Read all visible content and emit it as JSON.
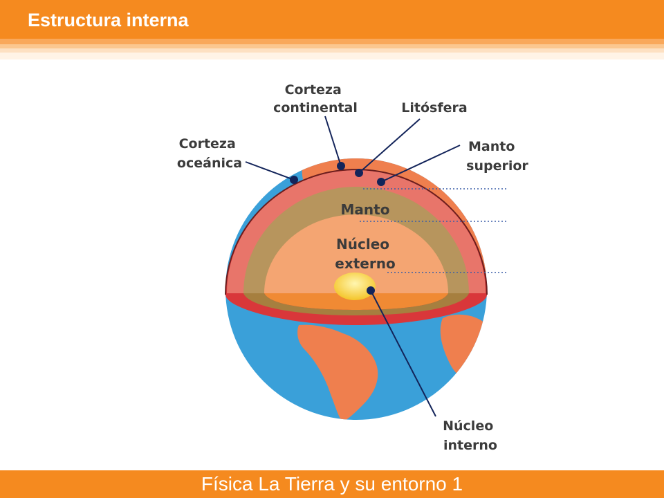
{
  "header": {
    "title": "Estructura interna"
  },
  "footer": {
    "text": "Física La Tierra y su entorno 1"
  },
  "diagram": {
    "labels": {
      "corteza_continental": [
        "Corteza",
        "continental"
      ],
      "litosfera": "Litósfera",
      "corteza_oceanica": [
        "Corteza",
        "oceánica"
      ],
      "manto_superior": [
        "Manto",
        "superior"
      ],
      "manto": "Manto",
      "nucleo_externo": [
        "Núcleo",
        "externo"
      ],
      "nucleo_interno": [
        "Núcleo",
        "interno"
      ]
    },
    "colors": {
      "ocean": "#3aa0d9",
      "land": "#ef7f4e",
      "crust": "#d9373a",
      "mantle_outer": "#e8756a",
      "mantle": "#b7955d",
      "outer_core": "#f4a572",
      "inner_core": "#f9d84a",
      "label": "#3b3b3b",
      "pointer": "#13245a"
    }
  }
}
